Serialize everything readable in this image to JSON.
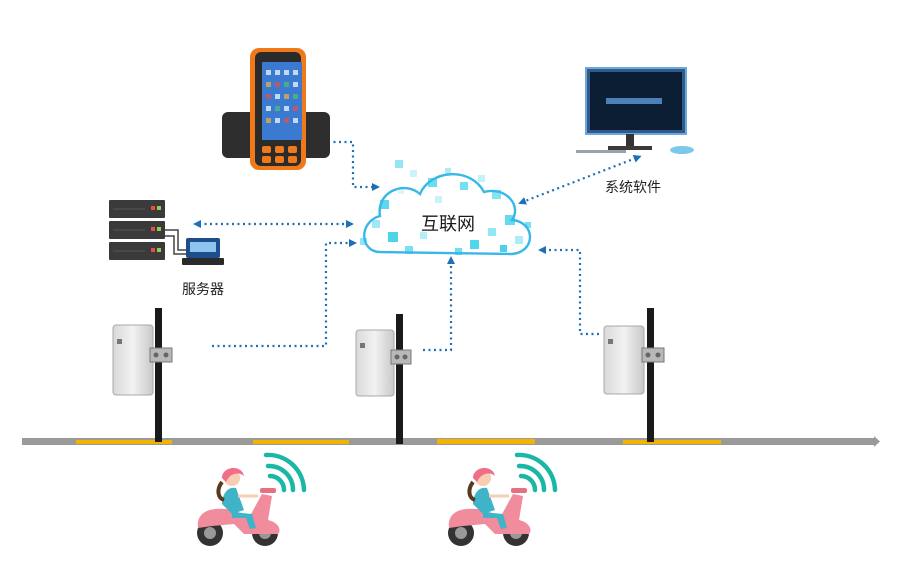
{
  "labels": {
    "cloud": "互联网",
    "software": "系统软件",
    "server": "服务器"
  },
  "colors": {
    "link": "#1e6fb8",
    "cloud": "#39b7e8",
    "road": "#9a9a9a",
    "road_marking": "#f2b400",
    "scooter": "#f08c9c",
    "signal": "#1bb7a6",
    "handheld_frame": "#f07a1a"
  },
  "icons": {
    "handheld": "rugged-handheld-terminal-icon",
    "monitor": "desktop-monitor-icon",
    "server": "server-rack-icon",
    "reader": "rfid-reader-antenna-icon",
    "scooter": "scooter-rider-icon",
    "signal": "wireless-signal-icon"
  }
}
